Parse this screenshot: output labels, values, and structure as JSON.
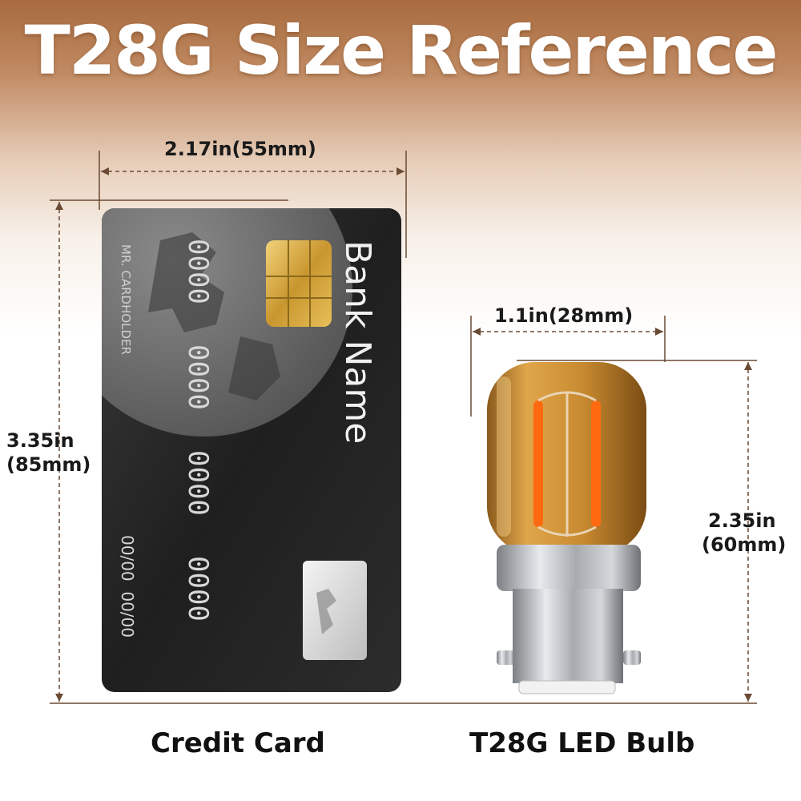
{
  "title": "T28G Size Reference",
  "card": {
    "width_label": "2.17in(55mm)",
    "height_label_line1": "3.35in",
    "height_label_line2": "(85mm)",
    "bank_name": "Bank Name",
    "cardholder": "MR. CARDHOLDER",
    "number_groups": [
      "0000",
      "0000",
      "0000",
      "0000"
    ],
    "expiry": "00/00  00/00",
    "caption": "Credit Card"
  },
  "bulb": {
    "width_label": "1.1in(28mm)",
    "height_label_line1": "2.35in",
    "height_label_line2": "(60mm)",
    "caption": "T28G LED Bulb"
  },
  "colors": {
    "header": "#a86a3e",
    "dimension_line": "#6b4a33",
    "card": "#222222",
    "chip": "#d8a93c",
    "bulb_glass": "#c98a2e",
    "filament": "#ff6a10",
    "base": "#b8bcc0"
  }
}
